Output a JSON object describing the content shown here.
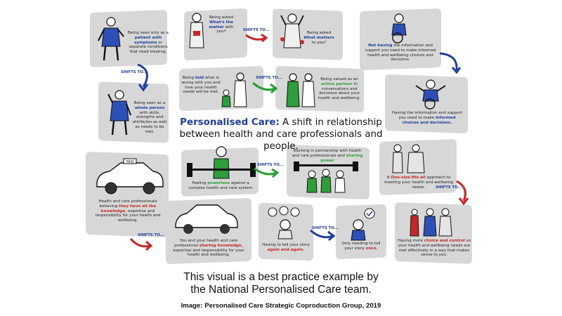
{
  "title": {
    "em": "Personalised Care:",
    "rest": " A shift in relationship between health and care professionals and people."
  },
  "shift_label": "SHIFTS TO...",
  "captions": {
    "patient_pre": "Being seen only as a ",
    "patient_em": "patient with symptoms",
    "patient_post": " or separate conditions that need treating.",
    "whole_pre": "Being seen as a ",
    "whole_em": "whole person",
    "whole_post": " with skills, strengths and attributes as well as needs to be met.",
    "matter_with_pre": "Being asked ",
    "matter_with_em": "What's the matter",
    "matter_with_post": " with you?",
    "matters_to_pre": "Being asked ",
    "matters_to_em": "What matters",
    "matters_to_post": " to you?",
    "not_having_em": "Not having",
    "not_having_post": " the information and support you need to make informed health and wellbeing choices and decisions.",
    "having_pre": "Having the information and support you need to make ",
    "having_em": "informed choices and decisions.",
    "told_pre": "Being ",
    "told_em": "told",
    "told_post": " what is wrong with you and how your health needs will be met.",
    "partner_pre": "Being valued as an ",
    "partner_em": "active partner",
    "partner_post": " in conversations and decisions about your health and wellbeing.",
    "powerless_pre": "Feeling ",
    "powerless_em": "powerless",
    "powerless_post": " against a complex health and care system",
    "sharing_power_pre": "Working in partnership with health and care professionals and ",
    "sharing_power_em": "sharing power",
    "one_size_pre": "A ",
    "one_size_em": "One-size-fits-all",
    "one_size_post": " approach to meeting your health and wellbeing needs.",
    "knowledge_pre": "Health and care professionals believing ",
    "knowledge_em": "they have all the knowledge,",
    "knowledge_post": " expertise and responsibility for your health and wellbeing.",
    "sharing_knowledge_pre": "You and your health and care professional ",
    "sharing_knowledge_em": "sharing knowledge,",
    "sharing_knowledge_post": " expertise and responsibility for your health and wellbeing.",
    "story_again_pre": "Having to tell your story ",
    "story_again_em": "again and again.",
    "story_once_pre": "Only needing to tell your story ",
    "story_once_em": "once.",
    "choice_pre": "Having more ",
    "choice_em": "choice and control",
    "choice_post": " so your health and wellbeing needs are met effectively in a way that makes sense to you."
  },
  "taxi_sign": "TAXI",
  "footer": {
    "line1": "This visual is a best practice example by",
    "line2": "the National Personalised Care team.",
    "credit": "Image: Personalised Care Strategic Coproduction Group, 2019"
  },
  "colors": {
    "blue": "#1f3f9e",
    "green": "#2e9e3a",
    "red": "#c62828",
    "grey": "#d7d7d7"
  }
}
